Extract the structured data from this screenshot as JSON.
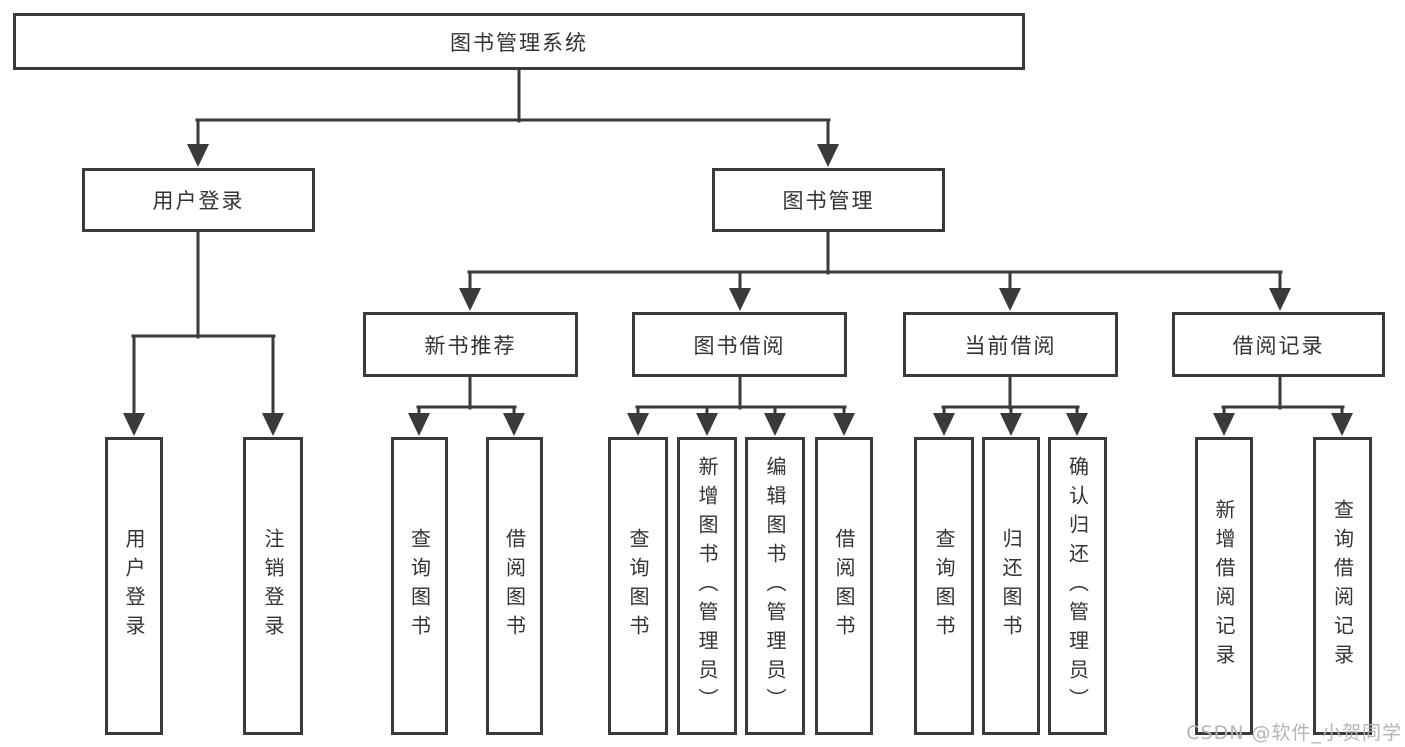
{
  "title": "图书管理系统",
  "watermark": "CSDN @软件_小贺同学",
  "colors": {
    "line": "#3a3a3a",
    "text": "#333333",
    "watermark": "#b5b5b5",
    "background": "#ffffff"
  },
  "tree": {
    "root": {
      "label": "图书管理系统"
    },
    "branches": [
      {
        "label": "用户登录",
        "children": [
          "用户登录",
          "注销登录"
        ]
      },
      {
        "label": "图书管理",
        "children": [
          {
            "label": "新书推荐",
            "children": [
              "查询图书",
              "借阅图书"
            ]
          },
          {
            "label": "图书借阅",
            "children": [
              "查询图书",
              "新增图书（管理员）",
              "编辑图书（管理员）",
              "借阅图书"
            ]
          },
          {
            "label": "当前借阅",
            "children": [
              "查询图书",
              "归还图书",
              "确认归还（管理员）"
            ]
          },
          {
            "label": "借阅记录",
            "children": [
              "新增借阅记录",
              "查询借阅记录"
            ]
          }
        ]
      }
    ]
  }
}
